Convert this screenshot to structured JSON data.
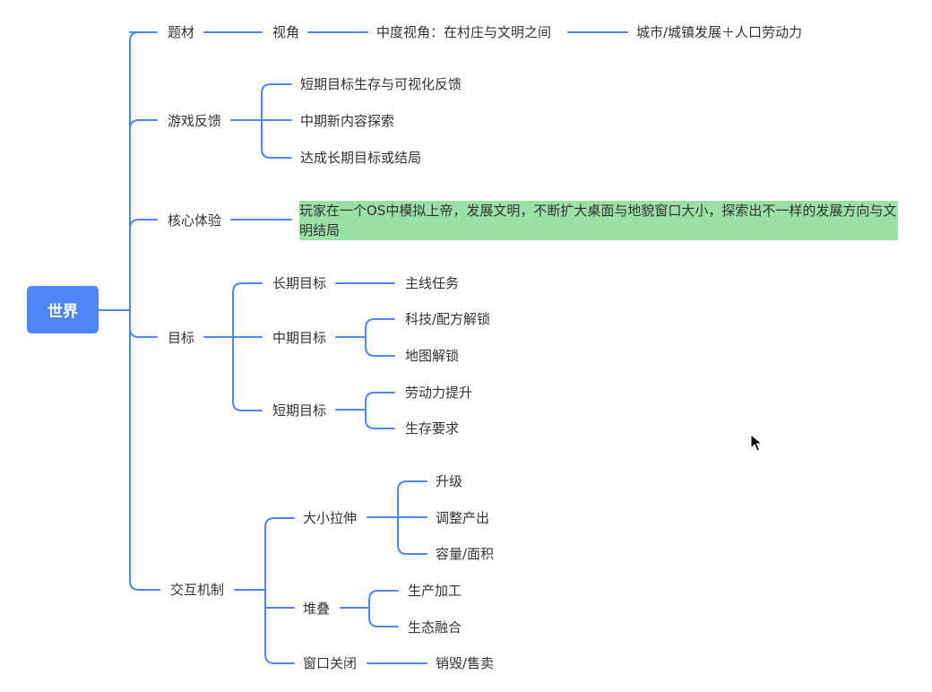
{
  "root": "世界",
  "branches": {
    "theme": {
      "label": "题材",
      "child": "视角",
      "grandchild": "中度视角：在村庄与文明之间",
      "leaf": "城市/城镇发展＋人口劳动力"
    },
    "feedback": {
      "label": "游戏反馈",
      "items": [
        "短期目标生存与可视化反馈",
        "中期新内容探索",
        "达成长期目标或结局"
      ]
    },
    "core": {
      "label": "核心体验",
      "text": "玩家在一个OS中模拟上帝，发展文明，不断扩大桌面与地貌窗口大小，探索出不一样的发展方向与文明结局"
    },
    "goals": {
      "label": "目标",
      "long": {
        "label": "长期目标",
        "items": [
          "主线任务"
        ]
      },
      "mid": {
        "label": "中期目标",
        "items": [
          "科技/配方解锁",
          "地图解锁"
        ]
      },
      "short": {
        "label": "短期目标",
        "items": [
          "劳动力提升",
          "生存要求"
        ]
      }
    },
    "interaction": {
      "label": "交互机制",
      "resize": {
        "label": "大小拉伸",
        "items": [
          "升级",
          "调整产出",
          "容量/面积"
        ]
      },
      "stack": {
        "label": "堆叠",
        "items": [
          "生产加工",
          "生态融合"
        ]
      },
      "close": {
        "label": "窗口关闭",
        "items": [
          "销毁/售卖"
        ]
      }
    }
  },
  "colors": {
    "line": "#4f86f7",
    "root_bg": "#4f86f7",
    "highlight": "#9be0a4",
    "text": "#333333"
  }
}
